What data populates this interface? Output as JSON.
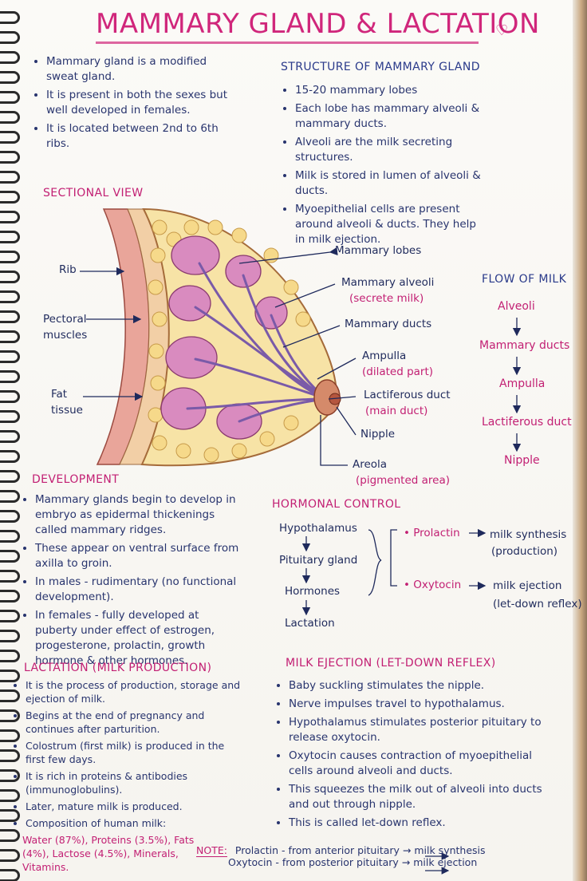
{
  "title": "MAMMARY GLAND & LACTATION",
  "intro": [
    "Mammary gland is a modified sweat gland.",
    "It is present in both the sexes but well developed in females.",
    "It is located between 2nd to 6th ribs."
  ],
  "structure": {
    "heading": "STRUCTURE OF MAMMARY GLAND",
    "items": [
      "15-20 mammary lobes",
      "Each lobe has mammary alveoli & mammary ducts.",
      "Alveoli are the milk secreting structures.",
      "Milk is stored in lumen of alveoli & ducts.",
      "Myoepithelial cells are present around alveoli & ducts. They help in milk ejection."
    ]
  },
  "sectional": {
    "heading": "SECTIONAL VIEW",
    "left_labels": [
      "Rib",
      "Pectoral muscles",
      "Fat tissue"
    ],
    "right_labels": [
      {
        "name": "Mammary lobes",
        "sub": ""
      },
      {
        "name": "Mammary alveoli",
        "sub": "(secrete milk)"
      },
      {
        "name": "Mammary ducts",
        "sub": ""
      },
      {
        "name": "Ampulla",
        "sub": "(dilated part)"
      },
      {
        "name": "Lactiferous duct",
        "sub": "(main duct)"
      },
      {
        "name": "Nipple",
        "sub": ""
      },
      {
        "name": "Areola",
        "sub": "(pigmented area)"
      }
    ]
  },
  "flow": {
    "heading": "FLOW OF MILK",
    "steps": [
      "Alveoli",
      "Mammary ducts",
      "Ampulla",
      "Lactiferous duct",
      "Nipple"
    ]
  },
  "development": {
    "heading": "DEVELOPMENT",
    "items": [
      "Mammary glands begin to develop in embryo as epidermal thickenings called mammary ridges.",
      "These appear on ventral surface from axilla to groin.",
      "In males - rudimentary (no functional development).",
      "In females - fully developed at puberty under effect of estrogen, progesterone, prolactin, growth hormone & other hormones."
    ]
  },
  "hormonal": {
    "heading": "HORMONAL CONTROL",
    "chain": [
      "Hypothalamus",
      "Pituitary gland",
      "Hormones",
      "Lactation"
    ],
    "outputs": [
      {
        "hormone": "Prolactin",
        "effect": "milk synthesis",
        "sub": "(production)"
      },
      {
        "hormone": "Oxytocin",
        "effect": "milk ejection",
        "sub": "(let-down reflex)"
      }
    ]
  },
  "lactation": {
    "heading": "LACTATION (MILK PRODUCTION)",
    "items": [
      "It is the process of production, storage and ejection of milk.",
      "Begins at the end of pregnancy and continues after parturition.",
      "Colostrum (first milk) is produced in the first few days.",
      "It is rich in proteins & antibodies (immunoglobulins).",
      "Later, mature milk is produced.",
      "Composition of human milk:"
    ],
    "composition": "Water (87%), Proteins (3.5%), Fats (4%), Lactose (4.5%), Minerals, Vitamins."
  },
  "ejection": {
    "heading": "MILK EJECTION (LET-DOWN REFLEX)",
    "items": [
      "Baby suckling stimulates the nipple.",
      "Nerve impulses travel to hypothalamus.",
      "Hypothalamus stimulates posterior pituitary to release oxytocin.",
      "Oxytocin causes contraction of myoepithelial cells around alveoli and ducts.",
      "This squeezes the milk out of alveoli into ducts and out through nipple.",
      "This is called let-down reflex."
    ]
  },
  "note": {
    "label": "NOTE:",
    "lines": [
      "Prolactin - from anterior pituitary → milk synthesis",
      "Oxytocin - from posterior pituitary → milk ejection"
    ]
  }
}
